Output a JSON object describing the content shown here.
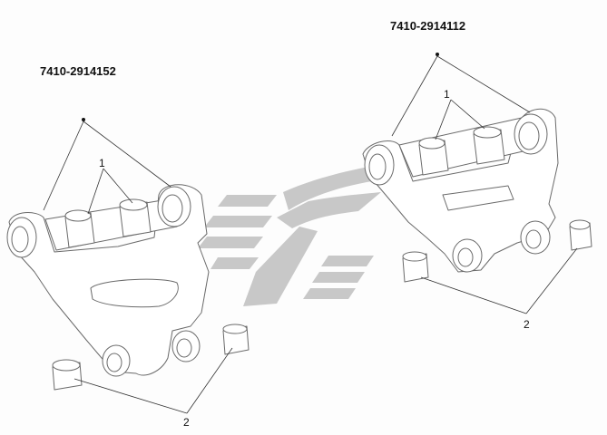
{
  "assemblies": [
    {
      "part_number": "7410-2914152",
      "callouts": [
        {
          "label": "1"
        },
        {
          "label": "2"
        }
      ]
    },
    {
      "part_number": "7410-2914112",
      "callouts": [
        {
          "label": "1"
        },
        {
          "label": "2"
        }
      ]
    }
  ],
  "colors": {
    "line": "#6a6a6a",
    "watermark": "#c8c8c8"
  }
}
